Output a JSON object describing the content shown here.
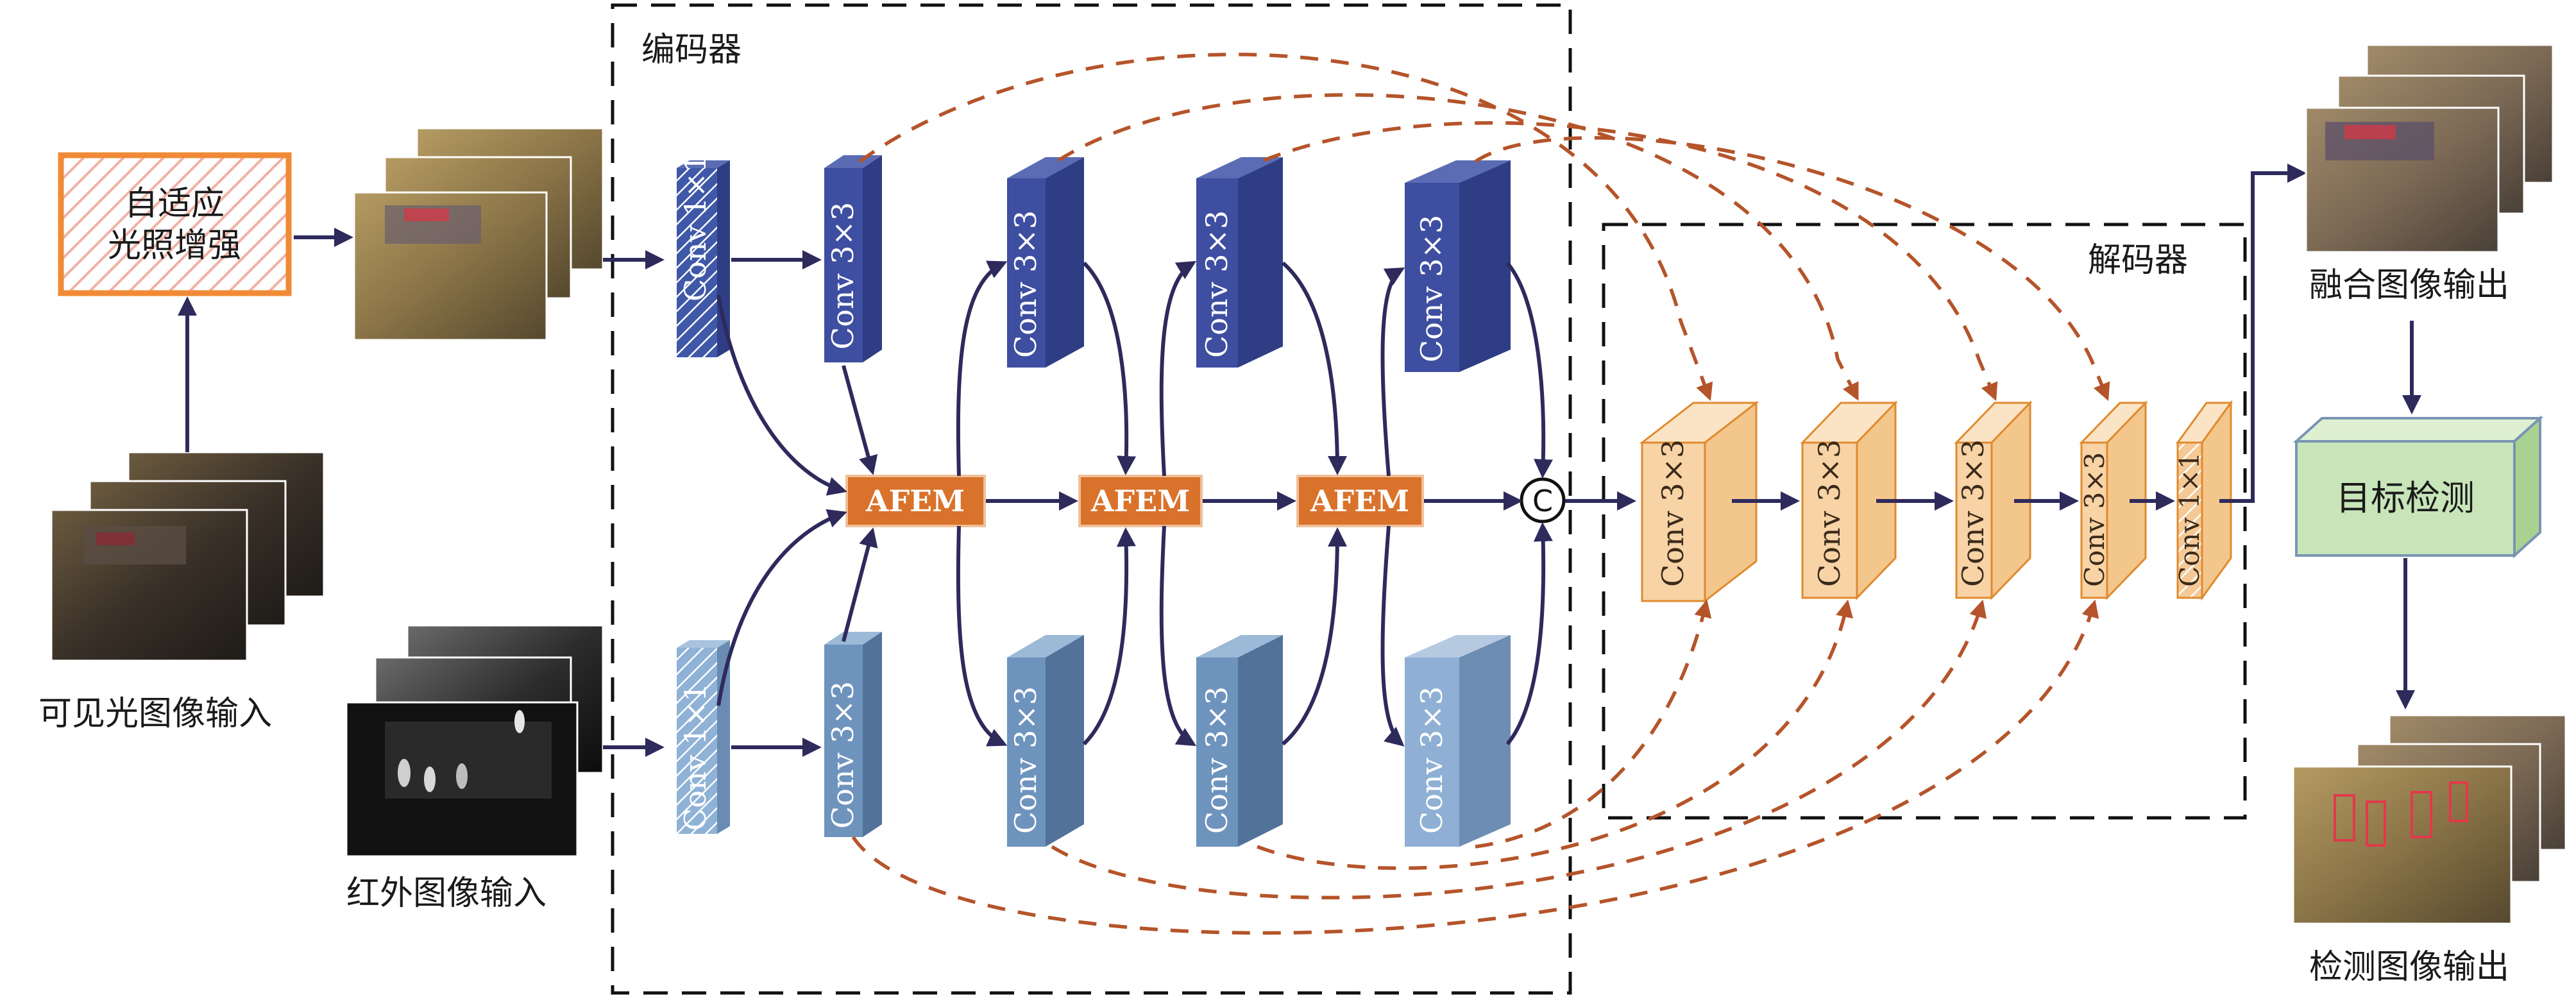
{
  "colors": {
    "navy_block": "#3e4ea0",
    "lightblue_block": "#6e93bd",
    "orange_block": "#f7d3a6",
    "orange_border": "#e08a2e",
    "afem_fill": "#d9722b",
    "solid_arrow": "#2e2a5c",
    "skip_arrow": "#b5542a",
    "detect_fill": "#c7e5b9",
    "detect_border": "#7a94b4"
  },
  "labels": {
    "encoder": "编码器",
    "decoder": "解码器",
    "enhance_line1": "自适应",
    "enhance_line2": "光照增强",
    "visible_input": "可见光图像输入",
    "infrared_input": "红外图像输入",
    "fusion_output": "融合图像输出",
    "detection_output": "检测图像输出",
    "object_detection": "目标检测",
    "concat": "C"
  },
  "encoder_top": {
    "conv1x1": "Conv 1×1",
    "conv_a": "Conv 3×3",
    "conv_b": "Conv 3×3",
    "conv_c": "Conv 3×3",
    "conv_d": "Conv 3×3"
  },
  "encoder_bottom": {
    "conv1x1": "Conv 1×1",
    "conv_a": "Conv 3×3",
    "conv_b": "Conv 3×3",
    "conv_c": "Conv 3×3",
    "conv_d": "Conv 3×3"
  },
  "afem": {
    "a1": "AFEM",
    "a2": "AFEM",
    "a3": "AFEM"
  },
  "decoder": {
    "d1": "Conv 3×3",
    "d2": "Conv 3×3",
    "d3": "Conv 3×3",
    "d4": "Conv 3×3",
    "d5": "Conv 1×1"
  },
  "icons": {
    "image_stack": "photo-stack-icon",
    "concat": "concat-circle-icon"
  }
}
